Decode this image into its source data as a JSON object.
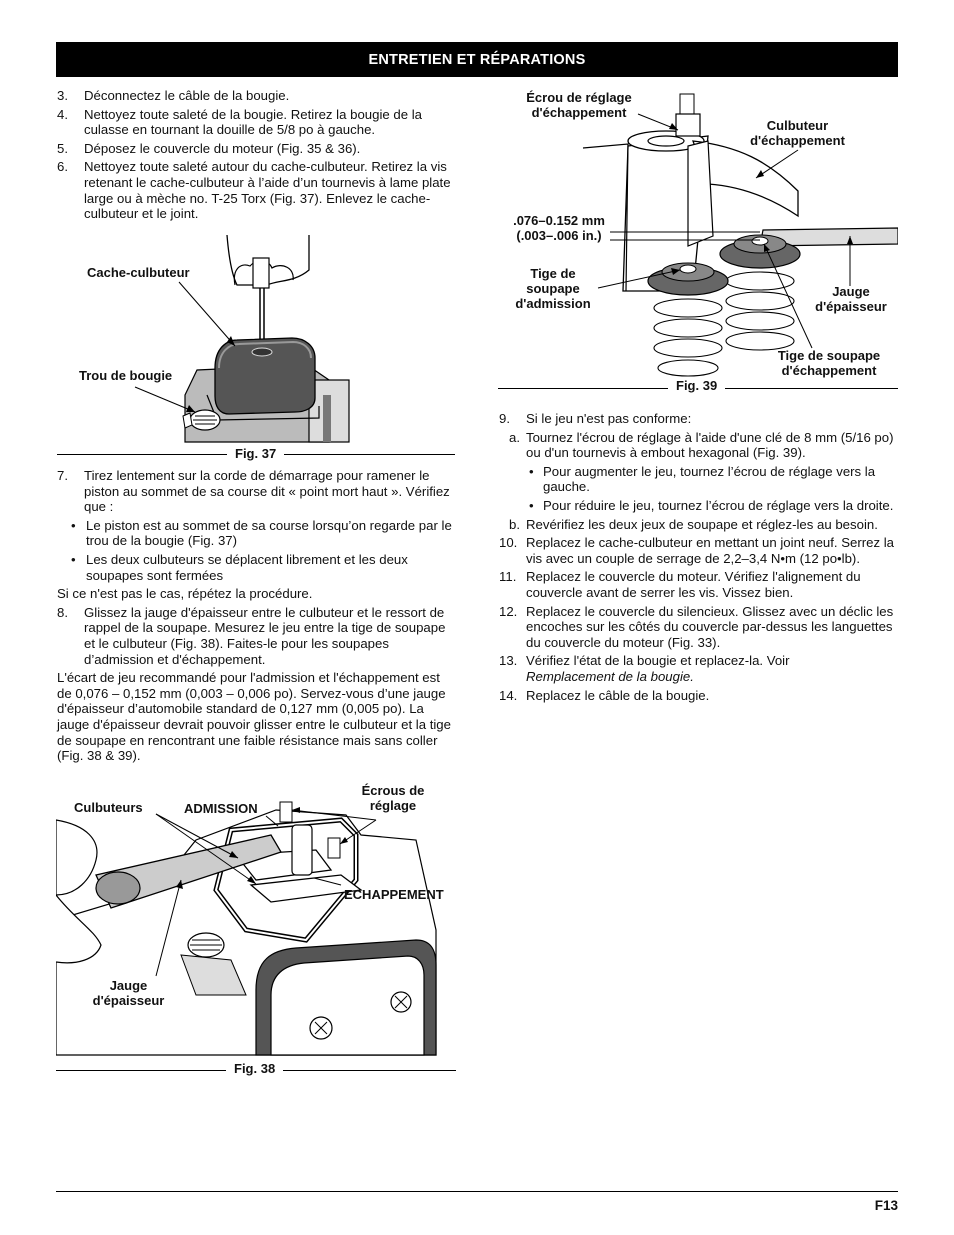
{
  "header": {
    "title": "ENTRETIEN ET RÉPARATIONS"
  },
  "left": {
    "step3": {
      "num": "3.",
      "text": "Déconnectez le câble de la bougie."
    },
    "step4": {
      "num": "4.",
      "text": "Nettoyez toute saleté de la bougie. Retirez la bougie de la culasse en tournant la douille de 5/8 po à gauche."
    },
    "step5": {
      "num": "5.",
      "text": "Déposez le couvercle du moteur (Fig. 35 & 36)."
    },
    "step6": {
      "num": "6.",
      "text": "Nettoyez toute saleté autour du cache-culbuteur. Retirez la vis retenant le cache-culbuteur à l’aide d’un tournevis à lame plate large ou à mèche no. T-25 Torx (Fig. 37). Enlevez le cache-culbuteur et le joint."
    },
    "step7": {
      "num": "7.",
      "text": "Tirez lentement sur la corde de démarrage pour ramener le piston au sommet de sa course dit « point mort haut ». Vérifiez que :"
    },
    "bullet1": "Le piston est au sommet de sa course lorsqu’on regarde par le trou de la bougie (Fig. 37)",
    "bullet2": "Les deux culbuteurs se déplacent librement et les deux soupapes sont fermées",
    "repeat": "Si ce n'est pas le cas, répétez la procédure.",
    "step8": {
      "num": "8.",
      "text": "Glissez la jauge d'épaisseur entre le culbuteur et le ressort de rappel de la soupape. Mesurez le jeu entre la tige de soupape et le culbuteur (Fig. 38). Faites-le pour les soupapes d’admission et d'échappement."
    },
    "gap_para": "L'écart de jeu recommandé pour l'admission et l'échappement est de 0,076 – 0,152 mm (0,003 – 0,006 po). Servez-vous d’une jauge d'épaisseur d’automobile standard de 0,127 mm (0,005 po). La jauge d'épaisseur devrait pouvoir glisser entre le culbuteur et la tige de soupape en rencontrant une faible résistance mais sans coller (Fig. 38 &  39)."
  },
  "fig37": {
    "caption": "Fig. 37",
    "label_cover": "Cache-culbuteur",
    "label_hole": "Trou de bougie"
  },
  "fig38": {
    "caption": "Fig. 38",
    "label_rockers": "Culbuteurs",
    "label_intake": "ADMISSION",
    "label_nuts": "Écrous de réglage",
    "label_exhaust": "ECHAPPEMENT",
    "label_gauge": "Jauge d'épaisseur"
  },
  "fig39": {
    "caption": "Fig. 39",
    "label_nut": "Écrou de réglage d'échappement",
    "label_rocker": "Culbuteur d'échappement",
    "label_gap": ".076–0.152 mm (.003–.006 in.)",
    "label_intake_stem": "Tige de soupape d'admission",
    "label_gauge": "Jauge d'épaisseur",
    "label_exhaust_stem": "Tige de soupape d'échappement"
  },
  "right": {
    "step9": {
      "num": "9.",
      "text": "Si le jeu n'est pas conforme:"
    },
    "step9a": {
      "num": "a.",
      "text": "Tournez l'écrou de réglage à l'aide d'une clé de 8 mm (5/16 po) ou d'un tournevis à embout hexagonal (Fig. 39)."
    },
    "bullet_inc": "Pour augmenter le jeu, tournez l’écrou de réglage vers la gauche.",
    "bullet_dec": "Pour réduire le jeu, tournez l’écrou de réglage vers la droite.",
    "step9b": {
      "num": "b.",
      "text": "Revérifiez les deux jeux de soupape et réglez-les au besoin."
    },
    "step10": {
      "num": "10.",
      "text": "Replacez le cache-culbuteur en mettant un joint neuf. Serrez la vis avec un couple de serrage de 2,2–3,4 N•m (12 po•lb)."
    },
    "step11": {
      "num": "11.",
      "text": "Replacez le couvercle du moteur. Vérifiez l'alignement du couvercle avant de serrer les vis. Vissez bien."
    },
    "step12": {
      "num": "12.",
      "text": "Replacez le couvercle du silencieux. Glissez avec un déclic les encoches sur les côtés du couvercle par-dessus les languettes du couvercle du moteur (Fig. 33)."
    },
    "step13": {
      "num": "13.",
      "text": "Vérifiez l'état de la bougie et replacez-la. Voir",
      "italic": "Remplacement de la bougie."
    },
    "step14": {
      "num": "14.",
      "text": "Replacez le câble de la bougie."
    }
  },
  "footer": {
    "page": "F13"
  }
}
